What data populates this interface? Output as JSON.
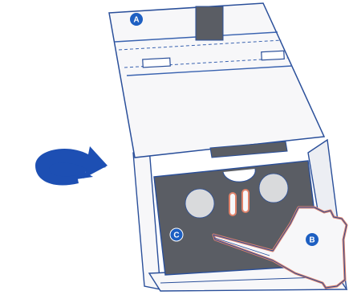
{
  "labels": {
    "a": "A",
    "b": "B",
    "c": "C"
  },
  "colors": {
    "outline": "#2a4f9a",
    "panel_fill": "#f7f7f9",
    "panel_shade": "#eceef3",
    "dark_panel": "#5a5d64",
    "lens_fill": "#d9dadc",
    "badge_fill": "#1d5fc2",
    "badge_text": "#ffffff",
    "arrow_fill": "#1d4fb3",
    "highlight": "#e0826a",
    "fold_line": "#3a63b0"
  },
  "icons": {
    "rotate_arrow": "rotate-arrow-icon"
  }
}
